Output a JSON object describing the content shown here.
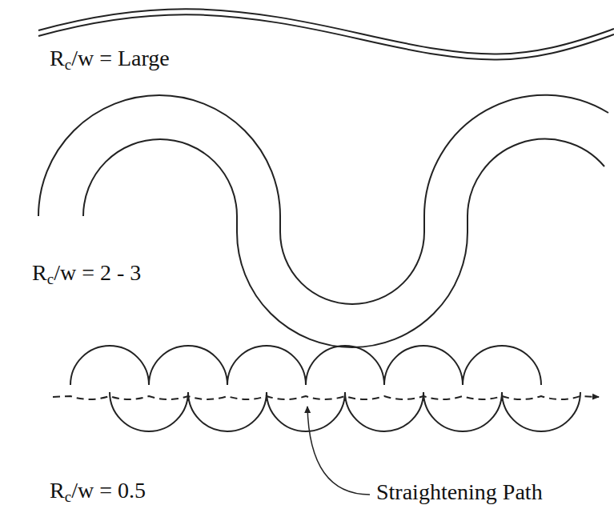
{
  "diagram": {
    "labels": [
      "Rc/w = Large",
      "Rc/w = 2 - 3",
      "Rc/w = 0.5",
      "Straightening Path"
    ]
  }
}
